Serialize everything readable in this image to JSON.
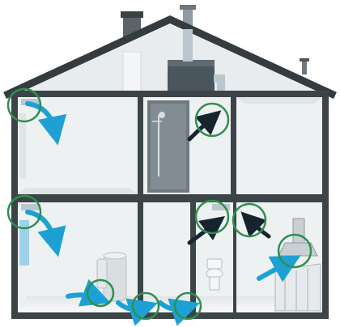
{
  "diagram": {
    "subject": "house-ventilation-cutaway",
    "colors": {
      "wall_dark": "#3c4447",
      "roof_dark": "#353c3f",
      "room_light": "#eef1f2",
      "room_shade": "#dfe4e6",
      "attic": "#e9ecee",
      "duct": "#b9c7cf",
      "duct_dark": "#7f9099",
      "fan_box": "#4a565c",
      "airflow_blue": "#1da1d4",
      "extract_dark": "#16242e",
      "ring_green": "#2f8f4e",
      "window_blue": "#9fd2e8",
      "shower_door": "#6f7a80"
    },
    "icons": [
      "chimney-icon",
      "vent-pipe-icon",
      "fan-unit-icon",
      "shower-icon",
      "water-heater-icon",
      "toilet-icon",
      "kitchen-hood-icon",
      "window-icon"
    ],
    "airflow": {
      "supply_rooms": [
        "top-left-room",
        "bottom-left-room",
        "bottom-floor-hall"
      ],
      "extract_rooms": [
        "bathroom-upper",
        "bathroom-lower",
        "kitchen"
      ]
    }
  }
}
